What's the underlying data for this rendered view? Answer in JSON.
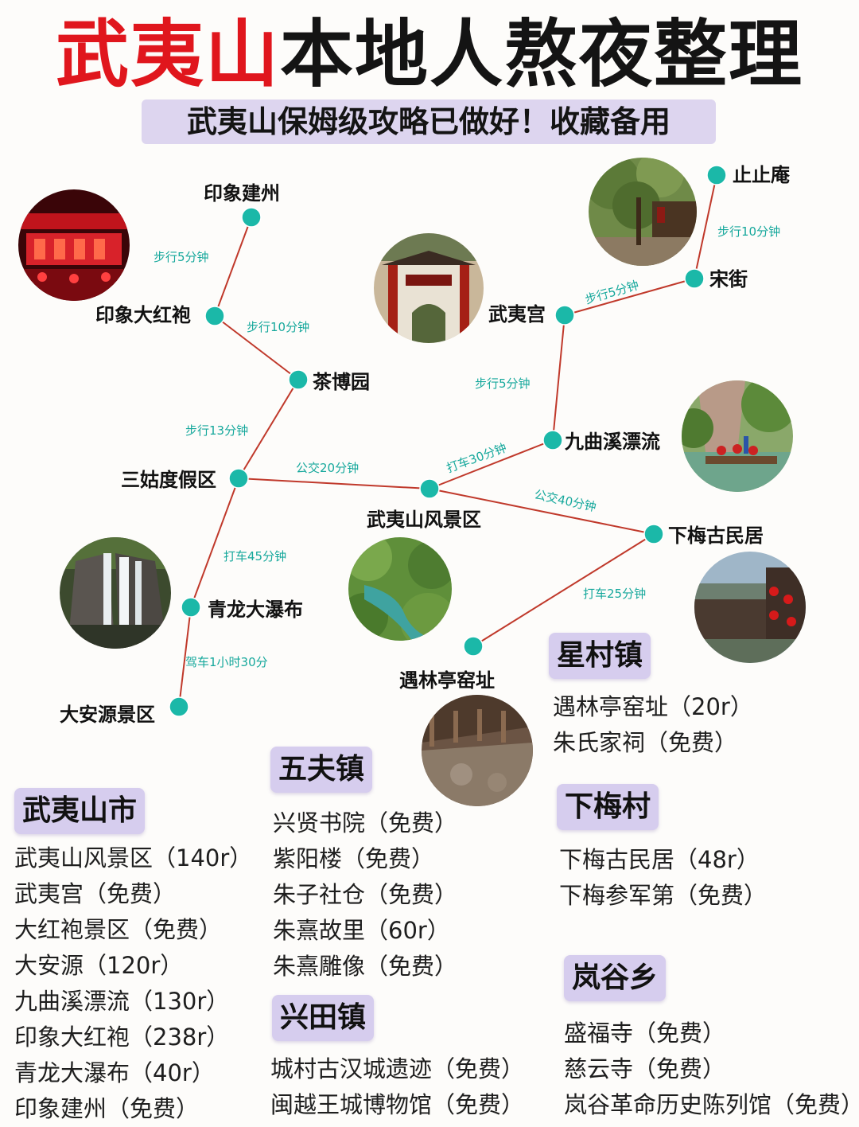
{
  "title": {
    "red": "武夷山",
    "black": "本地人熬夜整理"
  },
  "subtitle": "武夷山保姆级攻略已做好！收藏备用",
  "colors": {
    "route_line": "#c0392b",
    "station": "#1bb8a8",
    "title_red": "#e0161d",
    "heading_bg": "#d6cdee",
    "subtitle_bg": "#ddd5ef"
  },
  "map": {
    "stations": {
      "yinxiang_jianzhou": "印象建州",
      "yinxiang_dahongpao": "印象大红袍",
      "chaboyuan": "茶博园",
      "sangu": "三姑度假区",
      "scenic": "武夷山风景区",
      "qinglong": "青龙大瀑布",
      "daanyuan": "大安源景区",
      "wuyigong": "武夷宫",
      "songjie": "宋街",
      "zhizhian": "止止庵",
      "jiuqu": "九曲溪漂流",
      "xiamei": "下梅古民居",
      "yulinting": "遇林亭窑址"
    },
    "routes": {
      "jianzhou_dahongpao": "步行5分钟",
      "dahongpao_chaboyuan": "步行10分钟",
      "chaboyuan_sangu": "步行13分钟",
      "sangu_scenic": "公交20分钟",
      "sangu_qinglong": "打车45分钟",
      "qinglong_daanyuan": "驾车1小时30分",
      "scenic_jiuqu": "打车30分钟",
      "scenic_xiamei": "公交40分钟",
      "xiamei_yulinting": "打车25分钟",
      "jiuqu_wuyigong": "步行5分钟",
      "wuyigong_songjie": "步行5分钟",
      "songjie_zhizhian": "步行10分钟"
    },
    "photos": [
      "red-lantern-building-photo",
      "wuyi-palace-gate-photo",
      "song-street-trees-photo",
      "waterfall-photo",
      "river-valley-photo",
      "bamboo-rafting-photo",
      "ancient-village-photo",
      "kiln-site-photo"
    ]
  },
  "sections": {
    "wuyishan": {
      "heading": "武夷山市",
      "items": [
        "武夷山风景区（140r）",
        "武夷宫（免费）",
        "大红袍景区（免费）",
        "大安源（120r）",
        "九曲溪漂流（130r）",
        "印象大红袍（238r）",
        "青龙大瀑布（40r）",
        "印象建州（免费）"
      ]
    },
    "wufu": {
      "heading": "五夫镇",
      "items": [
        "兴贤书院（免费）",
        "紫阳楼（免费）",
        "朱子社仓（免费）",
        "朱熹故里（60r）",
        "朱熹雕像（免费）"
      ]
    },
    "xingtian": {
      "heading": "兴田镇",
      "items": [
        "城村古汉城遗迹（免费）",
        "闽越王城博物馆（免费）"
      ]
    },
    "xingcun": {
      "heading": "星村镇",
      "items": [
        "遇林亭窑址（20r）",
        "朱氏家祠（免费）"
      ]
    },
    "xiamei": {
      "heading": "下梅村",
      "items": [
        "下梅古民居（48r）",
        "下梅参军第（免费）"
      ]
    },
    "langu": {
      "heading": "岚谷乡",
      "items": [
        "盛福寺（免费）",
        "慈云寺（免费）",
        "岚谷革命历史陈列馆（免费）"
      ]
    }
  }
}
